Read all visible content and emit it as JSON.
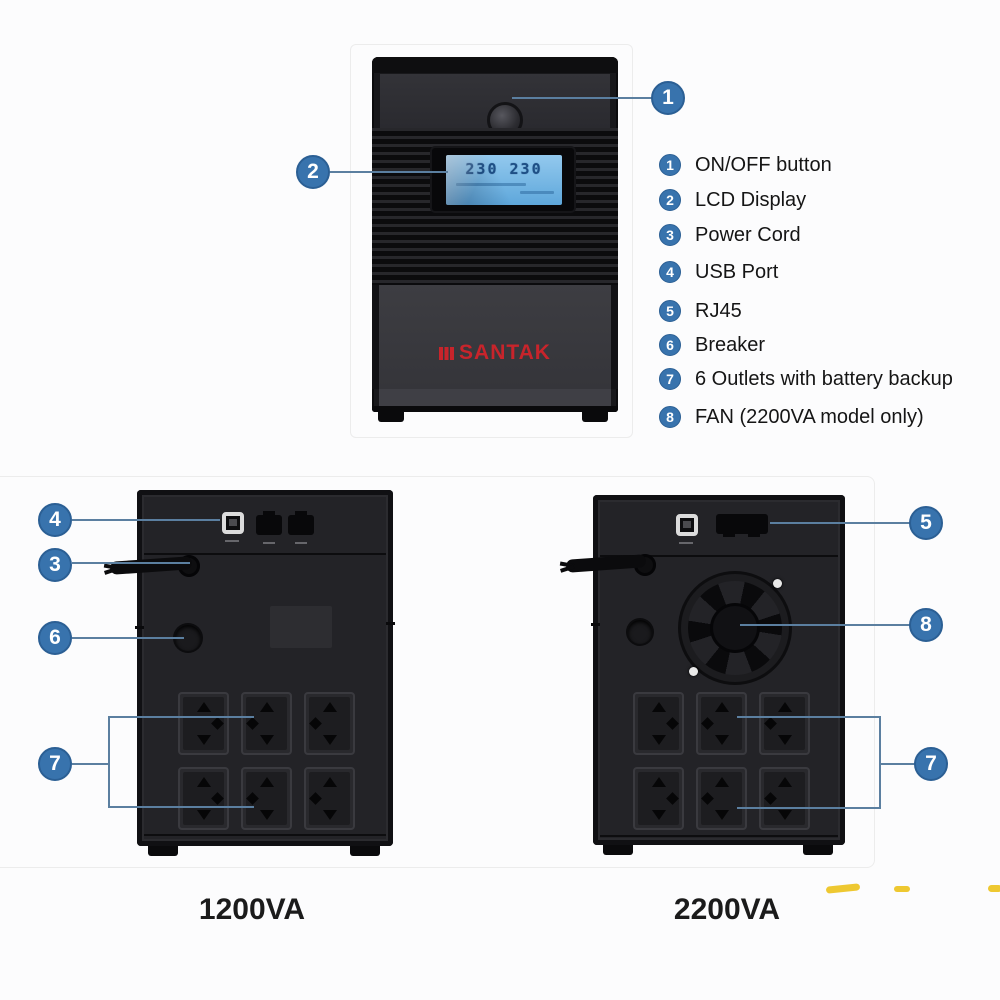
{
  "colors": {
    "page_bg": "#fcfcfd",
    "callout_fill": "#3873ad",
    "callout_border": "#2b5f94",
    "leader_color": "#5b7fa0",
    "brand_red": "#c8242b",
    "lcd_blue": "#79b9e4",
    "lcd_text_blue": "#1e4f86",
    "watermark_yellow": "#edc31f"
  },
  "front": {
    "brand": "SANTAK",
    "lcd_text": "230 230",
    "callout_onoff": "1",
    "callout_lcd": "2"
  },
  "legend": {
    "items": [
      {
        "num": "1",
        "label": "ON/OFF button"
      },
      {
        "num": "2",
        "label": "LCD Display"
      },
      {
        "num": "3",
        "label": "Power Cord"
      },
      {
        "num": "4",
        "label": "USB Port"
      },
      {
        "num": "5",
        "label": "RJ45"
      },
      {
        "num": "6",
        "label": "Breaker"
      },
      {
        "num": "7",
        "label": "6 Outlets with battery backup"
      },
      {
        "num": "8",
        "label": "FAN (2200VA model only)"
      }
    ]
  },
  "rear_left": {
    "model_label": "1200VA",
    "callout_usb": "4",
    "callout_power_cord": "3",
    "callout_breaker": "6",
    "callout_outlets": "7"
  },
  "rear_right": {
    "model_label": "2200VA",
    "callout_rj45": "5",
    "callout_fan": "8",
    "callout_outlets": "7"
  }
}
